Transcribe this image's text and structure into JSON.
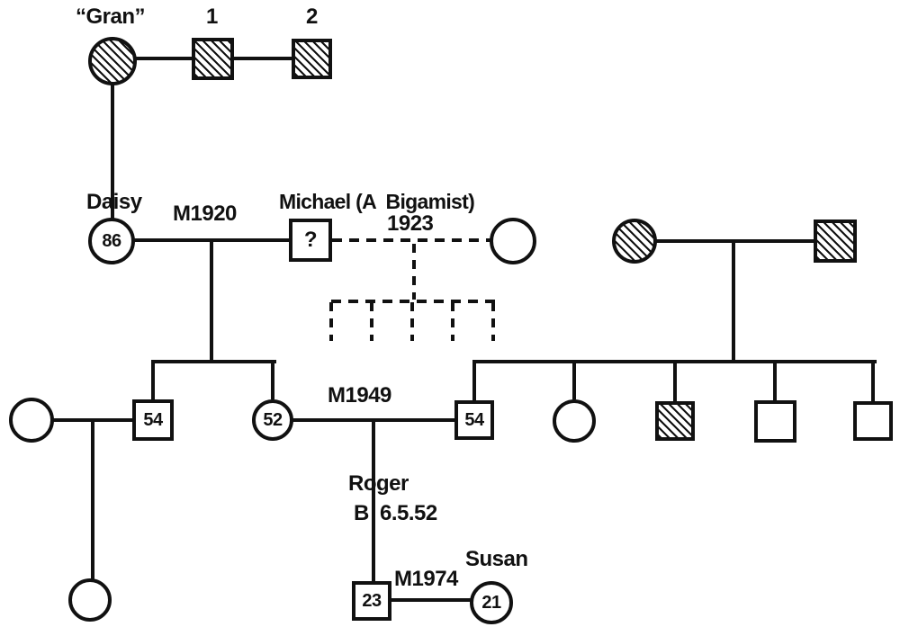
{
  "diagram_type": "family genogram (pedigree chart)",
  "colors": {
    "ink": "#111111",
    "background": "#ffffff"
  },
  "labels": {
    "gran": "“Gran”",
    "husband1": "1",
    "husband2": "2",
    "daisy_name": "Daisy",
    "daisy_age": "86",
    "marriage_1920": "M1920",
    "michael_name": "Michael (A  Bigamist)",
    "michael_unknown": "?",
    "bigamous_marriage_year": "1923",
    "uncle_age": "54",
    "mother_age": "52",
    "marriage_1949": "M1949",
    "father_age": "54",
    "roger_name": "Roger",
    "roger_birth": "B 6.5.52",
    "marriage_1974": "M1974",
    "roger_age": "23",
    "susan_name": "Susan",
    "susan_age": "21"
  },
  "individuals": [
    {
      "id": "gran",
      "shape": "circle",
      "fill": "hatched",
      "label": "“Gran”"
    },
    {
      "id": "husband-1",
      "shape": "square",
      "fill": "hatched",
      "label": "1"
    },
    {
      "id": "husband-2",
      "shape": "square",
      "fill": "hatched",
      "label": "2"
    },
    {
      "id": "daisy",
      "shape": "circle",
      "fill": "plain",
      "age": "86"
    },
    {
      "id": "michael",
      "shape": "square",
      "fill": "plain",
      "mark": "?",
      "note": "A Bigamist"
    },
    {
      "id": "second-wife",
      "shape": "circle",
      "fill": "plain"
    },
    {
      "id": "paternal-grandmother",
      "shape": "circle",
      "fill": "hatched"
    },
    {
      "id": "paternal-grandfather",
      "shape": "square",
      "fill": "hatched"
    },
    {
      "id": "uncle-wife",
      "shape": "circle",
      "fill": "plain"
    },
    {
      "id": "maternal-uncle",
      "shape": "square",
      "fill": "plain",
      "age": "54"
    },
    {
      "id": "mother",
      "shape": "circle",
      "fill": "plain",
      "age": "52"
    },
    {
      "id": "father",
      "shape": "square",
      "fill": "plain",
      "age": "54"
    },
    {
      "id": "paternal-aunt",
      "shape": "circle",
      "fill": "plain"
    },
    {
      "id": "paternal-uncle-hatched",
      "shape": "square",
      "fill": "hatched"
    },
    {
      "id": "paternal-uncle-2",
      "shape": "square",
      "fill": "plain"
    },
    {
      "id": "paternal-uncle-3",
      "shape": "square",
      "fill": "plain"
    },
    {
      "id": "cousin",
      "shape": "circle",
      "fill": "plain"
    },
    {
      "id": "roger",
      "shape": "square",
      "fill": "plain",
      "age": "23",
      "birth": "B 6.5.52"
    },
    {
      "id": "susan",
      "shape": "circle",
      "fill": "plain",
      "age": "21"
    }
  ],
  "unions": [
    {
      "between": [
        "gran",
        "husband-1"
      ],
      "style": "solid"
    },
    {
      "between": [
        "husband-1",
        "husband-2"
      ],
      "style": "solid"
    },
    {
      "between": [
        "daisy",
        "michael"
      ],
      "style": "solid",
      "label": "M1920",
      "children": [
        "maternal-uncle",
        "mother"
      ]
    },
    {
      "between": [
        "michael",
        "second-wife"
      ],
      "style": "dashed",
      "label": "1923",
      "children": "five unknown (dashed stubs)"
    },
    {
      "between": [
        "paternal-grandmother",
        "paternal-grandfather"
      ],
      "style": "solid",
      "children": [
        "father",
        "paternal-aunt",
        "paternal-uncle-hatched",
        "paternal-uncle-2",
        "paternal-uncle-3"
      ]
    },
    {
      "between": [
        "uncle-wife",
        "maternal-uncle"
      ],
      "style": "solid",
      "children": [
        "cousin"
      ]
    },
    {
      "between": [
        "mother",
        "father"
      ],
      "style": "solid",
      "label": "M1949",
      "children": [
        "roger"
      ]
    },
    {
      "between": [
        "roger",
        "susan"
      ],
      "style": "solid",
      "label": "M1974"
    }
  ]
}
